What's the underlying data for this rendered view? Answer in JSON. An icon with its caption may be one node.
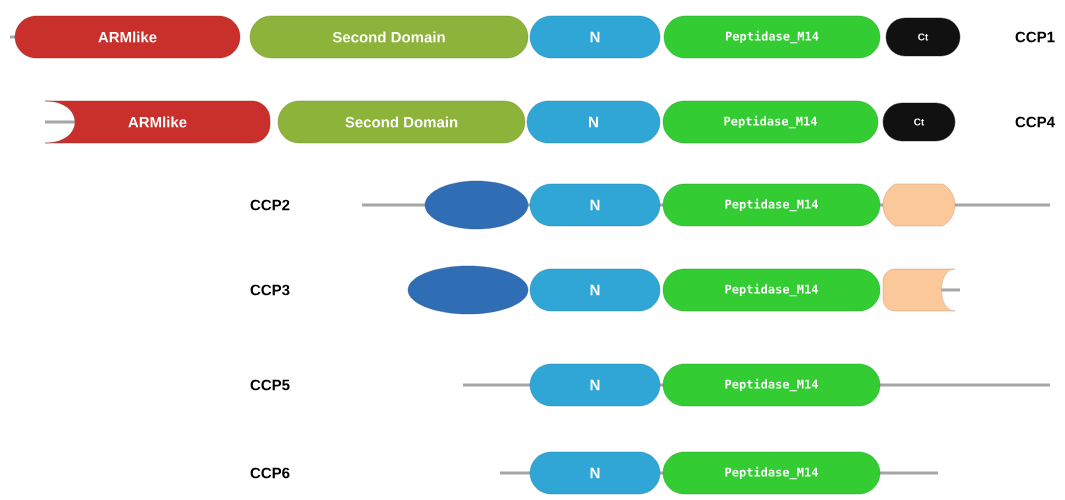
{
  "diagram": {
    "nodes": [
      {
        "text": [
          "ARMlike"
        ]
      },
      {
        "text": [
          "Second Domain"
        ]
      },
      {
        "text": [
          "N"
        ]
      },
      {
        "text": [
          "Peptidase_M14"
        ]
      },
      {
        "text": [
          "Ct"
        ]
      },
      {
        "text": [
          "ARMlike"
        ]
      },
      {
        "text": [
          "Second Domain"
        ]
      },
      {
        "text": [
          "N"
        ]
      },
      {
        "text": [
          "Peptidase_M14"
        ]
      },
      {
        "text": [
          "Ct"
        ]
      },
      {
        "text": [],
        "shape": "ellipse"
      },
      {
        "text": [
          "N"
        ]
      },
      {
        "text": [
          "Peptidase_M14"
        ]
      },
      {
        "text": [],
        "shape": "box"
      },
      {
        "text": [],
        "shape": "ellipse"
      },
      {
        "text": [
          "N"
        ]
      },
      {
        "text": [
          "Peptidase_M14"
        ]
      },
      {
        "text": [],
        "shape": "box"
      },
      {
        "text": [
          "N"
        ]
      },
      {
        "text": [
          "Peptidase_M14"
        ]
      },
      {
        "text": [
          "N"
        ]
      },
      {
        "text": [
          "Peptidase_M14"
        ]
      }
    ],
    "labels": [
      "CCP1",
      "CCP4",
      "CCP2",
      "CCP3",
      "CCP5",
      "CCP6"
    ]
  }
}
